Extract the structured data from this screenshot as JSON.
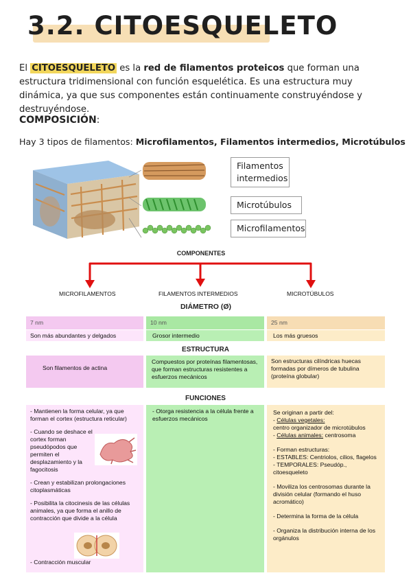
{
  "title": "3.2. CITOESQUELETO",
  "intro": {
    "lead": "El ",
    "keyword": "CITOESQUELETO",
    "mid": " es la ",
    "bold_phrase": "red de filamentos proteicos",
    "rest": " que forman una estructura tridimensional con función esquelética. Es una estructura muy dinámica, ya que sus componentes están continuamente construyéndose y destruyéndose."
  },
  "composition": {
    "heading": "COMPOSICIÓN",
    "colon": ":",
    "types_lead": "Hay 3 tipos de filamentos: ",
    "types_bold": "Microfilamentos, Filamentos intermedios, Microtúbulos"
  },
  "figure": {
    "labels": [
      "Filamentos intermedios",
      "Microtúbulos",
      "Microfilamentos"
    ]
  },
  "table": {
    "components_heading": "COMPONENTES",
    "columns": [
      "MICROFILAMENTOS",
      "FILAMENTOS INTERMEDIOS",
      "MICROTÚBULOS"
    ],
    "diameter_heading": "DIÁMETRO (Ø)",
    "diameters": [
      "7 nm",
      "10 nm",
      "25 nm"
    ],
    "size_notes": [
      "Son más abundantes y delgados",
      "Grosor intermedio",
      "Los más gruesos"
    ],
    "structure_heading": "ESTRUCTURA",
    "structures": [
      "Son filamentos de actina",
      "Compuestos por proteínas filamentosas, que forman estructuras resistentes a esfuerzos mecánicos",
      "Son estructuras cilíndricas huecas formadas por dímeros de tubulina (proteína globular)"
    ],
    "functions_heading": "FUNCIONES",
    "functions_micro": [
      "- Mantienen la forma celular, ya que forman el cortex (estructura reticular)",
      "- Cuando se deshace el cortex forman pseudópodos que permiten el desplazamiento y la fagocitosis",
      "- Crean y estabilizan prolongaciones citoplasmáticas",
      "- Posibilita la citocinesis de las células animales, ya que forma el anillo de contracción que divide a la célula",
      "- Contracción muscular"
    ],
    "functions_intermediate": "- Otorga resistencia a la célula frente a esfuerzos mecánicos",
    "functions_tubules": {
      "origin_lead": "Se originan a partir del:",
      "veg_label": "Células vegetales:",
      "veg_text": "centro organizador de microtúbulos",
      "animal_label": "Células animales:",
      "animal_text": "centrosoma",
      "structures_lead": "- Forman estructuras:",
      "stable": "- ESTABLES: Centriolos, cilios, flagelos",
      "temporal": "- TEMPORALES: Pseudóp., citoesqueleto",
      "mobilize": "- Moviliza los centrosomas durante la división celular (formando el huso acromático)",
      "shape": "- Determina la forma de la célula",
      "organize": "- Organiza la distribución interna de los orgánulos"
    }
  }
}
